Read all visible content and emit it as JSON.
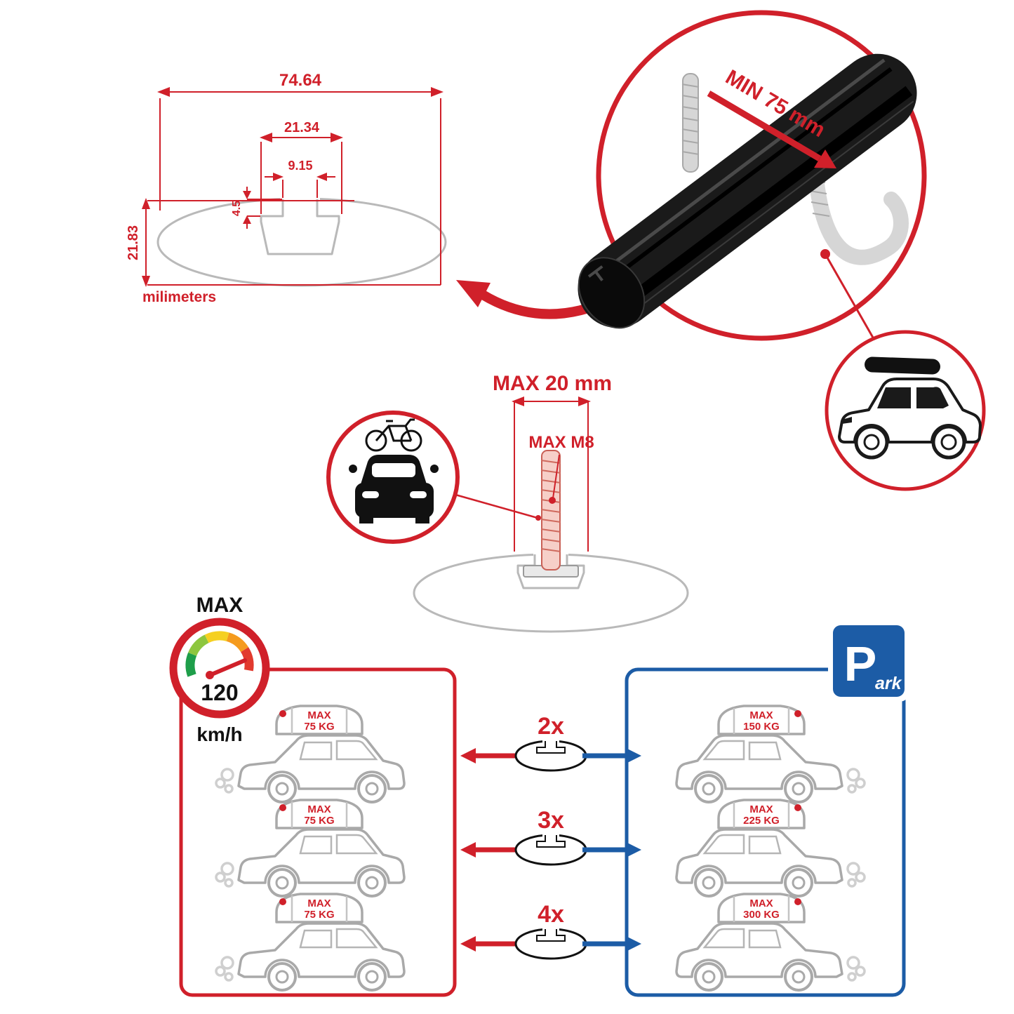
{
  "profile_dims": {
    "total_width": "74.64",
    "channel_width": "21.34",
    "slot_width": "9.15",
    "lip_depth": "4.5",
    "total_height": "21.83",
    "unit": "milimeters"
  },
  "clamp_detail": {
    "min_span": "MIN 75 mm"
  },
  "bolt_detail": {
    "max_length": "MAX 20 mm",
    "max_thread": "MAX M8"
  },
  "speed_limit": {
    "label": "MAX",
    "value": "120",
    "unit": "km/h"
  },
  "load_chart": {
    "rows": [
      {
        "multiplier": "2x",
        "left_max": "MAX",
        "left_kg": "75 KG",
        "right_max": "MAX",
        "right_kg": "150 KG"
      },
      {
        "multiplier": "3x",
        "left_max": "MAX",
        "left_kg": "75 KG",
        "right_max": "MAX",
        "right_kg": "225 KG"
      },
      {
        "multiplier": "4x",
        "left_max": "MAX",
        "left_kg": "75 KG",
        "right_max": "MAX",
        "right_kg": "300 KG"
      }
    ]
  },
  "park_sign": {
    "letter": "P",
    "suffix": "ark"
  },
  "colors": {
    "red": "#d0202a",
    "blue": "#1c5ca6",
    "gray": "#b5b5b5",
    "black": "#111111"
  }
}
